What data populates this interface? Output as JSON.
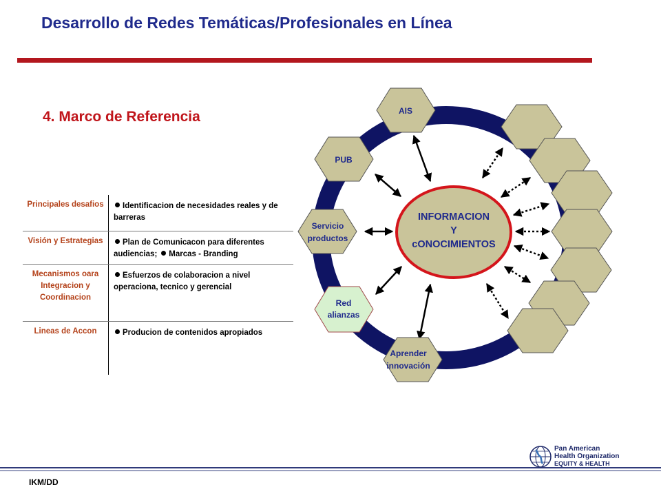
{
  "header": {
    "title": "Desarrollo de Redes Temáticas/Profesionales en Línea",
    "subtitle": "4. Marco de Referencia"
  },
  "table": {
    "rows": [
      {
        "label": "Principales desafios",
        "items": [
          "Identificacion de necesidades reales y de barreras"
        ]
      },
      {
        "label": "Visión y Estrategias",
        "items": [
          "Plan de Comunicacon para diferentes audiencias;",
          "Marcas - Branding"
        ]
      },
      {
        "label": "Mecanismos oara Integracion y Coordinacion",
        "items": [
          "Esfuerzos de colaboracion a nivel operaciona, tecnico y gerencial"
        ]
      },
      {
        "label": "Lineas de Accon",
        "items": [
          "Producion de contenidos apropiados"
        ]
      }
    ]
  },
  "diagram": {
    "center": {
      "line1": "INFORMACION",
      "line2": "Y",
      "line3": "cONOCIMIENTOS"
    },
    "nodes": {
      "ais": "AIS",
      "pub": "PUB",
      "servicio_line1": "Servicio",
      "servicio_line2": "productos",
      "red_line1": "Red",
      "red_line2": "alianzas",
      "aprender_line1": "Aprender",
      "aprender_line2": "innovación"
    },
    "colors": {
      "ring": "#0f1463",
      "hexagon": "#c9c49a",
      "hexagon_highlight": "#d7f1cf",
      "center_border": "#d4151b",
      "center_fill": "#c9c49a"
    }
  },
  "footer": {
    "code": "IKM/DD",
    "org_line1": "Pan American",
    "org_line2": "Health Organization",
    "org_line3": "EQUITY & HEALTH"
  }
}
